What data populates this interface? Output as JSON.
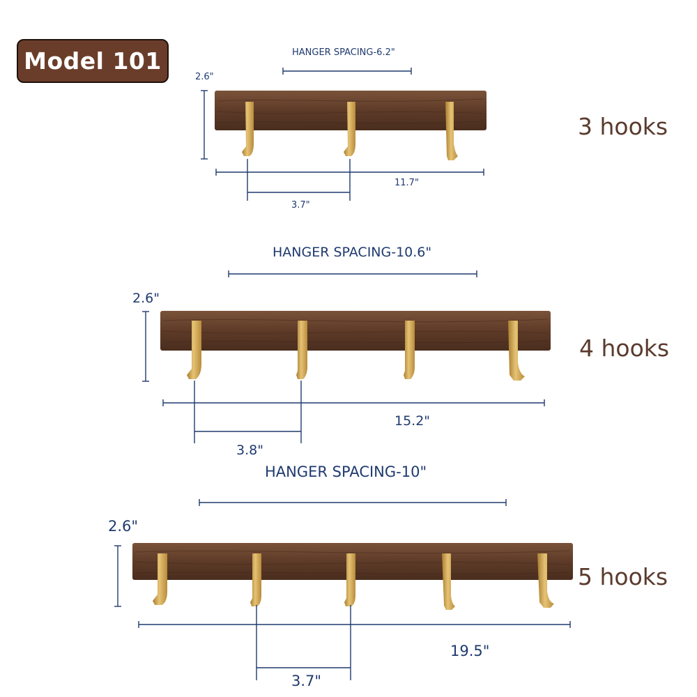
{
  "badge": {
    "label": "Model 101"
  },
  "colors": {
    "badge_bg": "#6a3d2a",
    "dimension_line": "#1f3a6e",
    "hooks_text": "#5a3b2e",
    "wood": "#6b4632",
    "brass": "#c9a24e"
  },
  "models": [
    {
      "hooks_label": "3 hooks",
      "hook_count": 3,
      "hanger_spacing": "HANGER SPACING-6.2\"",
      "height": "2.6\"",
      "total_length": "11.7\"",
      "hook_spacing": "3.7\""
    },
    {
      "hooks_label": "4 hooks",
      "hook_count": 4,
      "hanger_spacing": "HANGER SPACING-10.6\"",
      "height": "2.6\"",
      "total_length": "15.2\"",
      "hook_spacing": "3.8\""
    },
    {
      "hooks_label": "5 hooks",
      "hook_count": 5,
      "hanger_spacing": "HANGER SPACING-10\"",
      "height": "2.6\"",
      "total_length": "19.5\"",
      "hook_spacing": "3.7\""
    }
  ]
}
